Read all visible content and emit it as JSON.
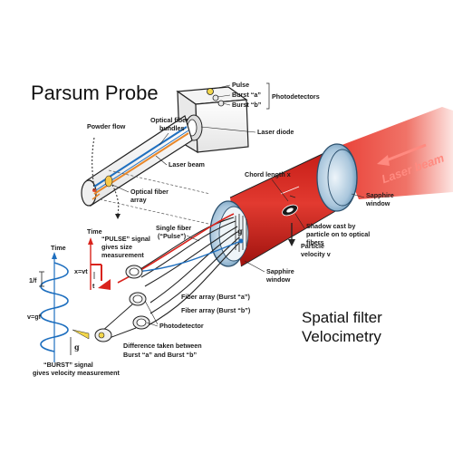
{
  "titles": {
    "left": "Parsum Probe",
    "right_line1": "Spatial filter",
    "right_line2": "Velocimetry"
  },
  "labels": {
    "pulse": "Pulse",
    "burst_a": "Burst “a”",
    "burst_b": "Burst “b”",
    "photodetectors": "Photodetectors",
    "powder_flow": "Powder flow",
    "optical_fiber_bundles_1": "Optical fiber",
    "optical_fiber_bundles_2": "bundles",
    "laser_diode": "Laser diode",
    "laser_beam": "Laser beam",
    "laser_beam_big": "Laser beam",
    "optical_fiber_array_1": "Optical fiber",
    "optical_fiber_array_2": "array",
    "chord_length": "Chord length x",
    "sapphire_window_top_1": "Sapphire",
    "sapphire_window_top_2": "window",
    "time_top": "Time",
    "single_fiber_1": "Single fiber",
    "single_fiber_2": "(“Pulse”)",
    "pulse_signal_1": "“PULSE” signal",
    "pulse_signal_2": "gives size",
    "pulse_signal_3": "measurement",
    "x_eq_vt": "x=vt",
    "t_symbol": "t",
    "shadow_1": "Shadow cast by",
    "shadow_2": "particle on to optical",
    "shadow_3": "fibers",
    "particle_velocity_1": "Particle",
    "particle_velocity_2": "velocity v",
    "sapphire_window_bot_1": "Sapphire",
    "sapphire_window_bot_2": "window",
    "time_left": "Time",
    "one_over_f": "1/f",
    "v_eq_gf": "v=gf",
    "g_symbol": "g",
    "fiber_array_a": "Fiber array (Burst “a”)",
    "fiber_array_b": "Fiber array (Burst “b”)",
    "photodetector": "Photodetector",
    "difference_1": "Difference taken between",
    "difference_2": "Burst “a” and Burst “b”",
    "burst_signal_1": "“BURST” signal",
    "burst_signal_2": "gives velocity measurement"
  },
  "colors": {
    "beam_red": "#d9231c",
    "beam_dark": "#8e0f0c",
    "signal_blue": "#1e6fbf",
    "lens_blue": "#5d8fb4",
    "lens_light": "#d7e6f1"
  }
}
